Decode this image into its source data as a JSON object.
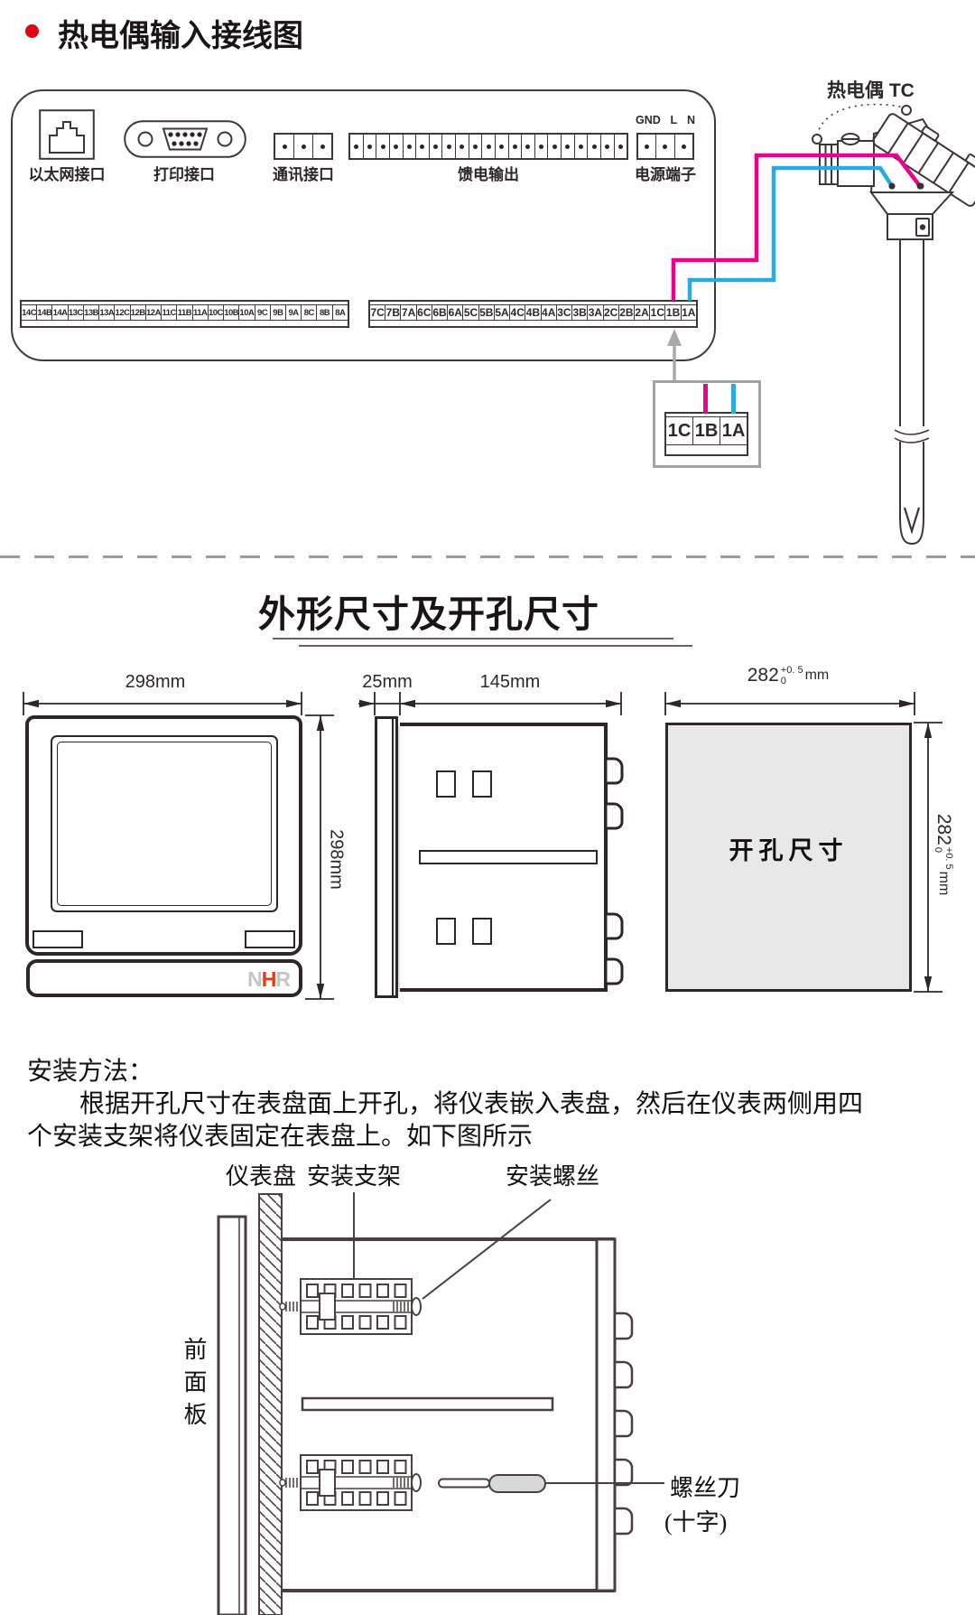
{
  "wiring": {
    "title": "热电偶输入接线图",
    "tc_label": "热电偶 TC",
    "ports": {
      "ethernet_label": "以太网接口",
      "printer_label": "打印接口",
      "comm_label": "通讯接口",
      "feed_label": "馈电输出",
      "power_label": "电源端子",
      "power_pin_labels": [
        "GND",
        "L",
        "N"
      ],
      "comm_terminal_count": 3,
      "feed_terminal_count": 21,
      "power_terminal_count": 3
    },
    "left_terminals": [
      "14C",
      "14B",
      "14A",
      "13C",
      "13B",
      "13A",
      "12C",
      "12B",
      "12A",
      "11C",
      "11B",
      "11A",
      "10C",
      "10B",
      "10A",
      "9C",
      "9B",
      "9A",
      "8C",
      "8B",
      "8A"
    ],
    "right_terminals": [
      "7C",
      "7B",
      "7A",
      "6C",
      "6B",
      "6A",
      "5C",
      "5B",
      "5A",
      "4C",
      "4B",
      "4A",
      "3C",
      "3B",
      "3A",
      "2C",
      "2B",
      "2A",
      "1C",
      "1B",
      "1A"
    ],
    "callout_terminals": [
      "1C",
      "1B",
      "1A"
    ],
    "wire_positive_color": "#ec008c",
    "wire_negative_color": "#29abe2"
  },
  "dimensions": {
    "title": "外形尺寸及开孔尺寸",
    "front_width": "298mm",
    "front_height": "298mm",
    "bezel_depth": "25mm",
    "body_depth": "145mm",
    "cutout_label": "开孔尺寸",
    "cutout_width_base": "282",
    "cutout_tol_plus": "+0. 5",
    "cutout_tol_minus": "0",
    "cutout_unit": "mm",
    "brand_letters": [
      "N",
      "H",
      "R"
    ]
  },
  "install": {
    "heading": "安装方法：",
    "line1": "根据开孔尺寸在表盘面上开孔，将仪表嵌入表盘，然后在仪表两侧用四",
    "line2": "个安装支架将仪表固定在表盘上。如下图所示",
    "labels": {
      "panel": "仪表盘",
      "bracket": "安装支架",
      "screw": "安装螺丝",
      "front_panel": "前面板",
      "screwdriver": "螺丝刀",
      "screwdriver_type": "(十字)"
    }
  }
}
